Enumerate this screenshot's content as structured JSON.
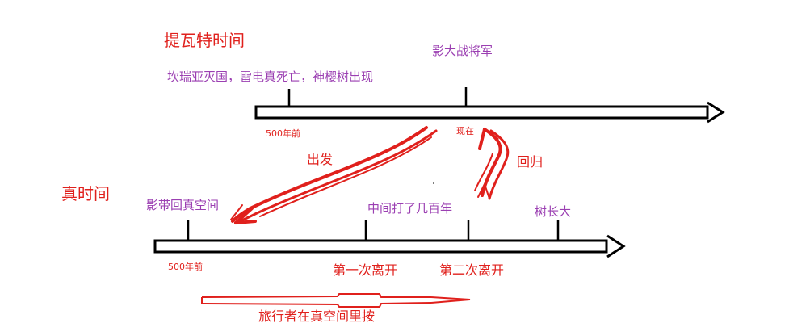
{
  "colors": {
    "red": "#e0201c",
    "purple": "#9b3fb2",
    "black": "#000000"
  },
  "teyvat_time": {
    "title": "提瓦特时间",
    "event_left": "坎瑞亚灭国，雷电真死亡，神樱树出现",
    "event_right": "影大战将军",
    "tick_left": "500年前",
    "tick_now": "现在"
  },
  "true_time": {
    "title": "真时间",
    "event_left": "影带回真空间",
    "event_middle": "中间打了几百年",
    "event_right": "树长大",
    "tick_left": "500年前",
    "first_leave": "第一次离开",
    "second_leave": "第二次离开"
  },
  "arrows": {
    "depart": "出发",
    "return": "回归"
  },
  "bottom_note": "旅行者在真空间里按"
}
